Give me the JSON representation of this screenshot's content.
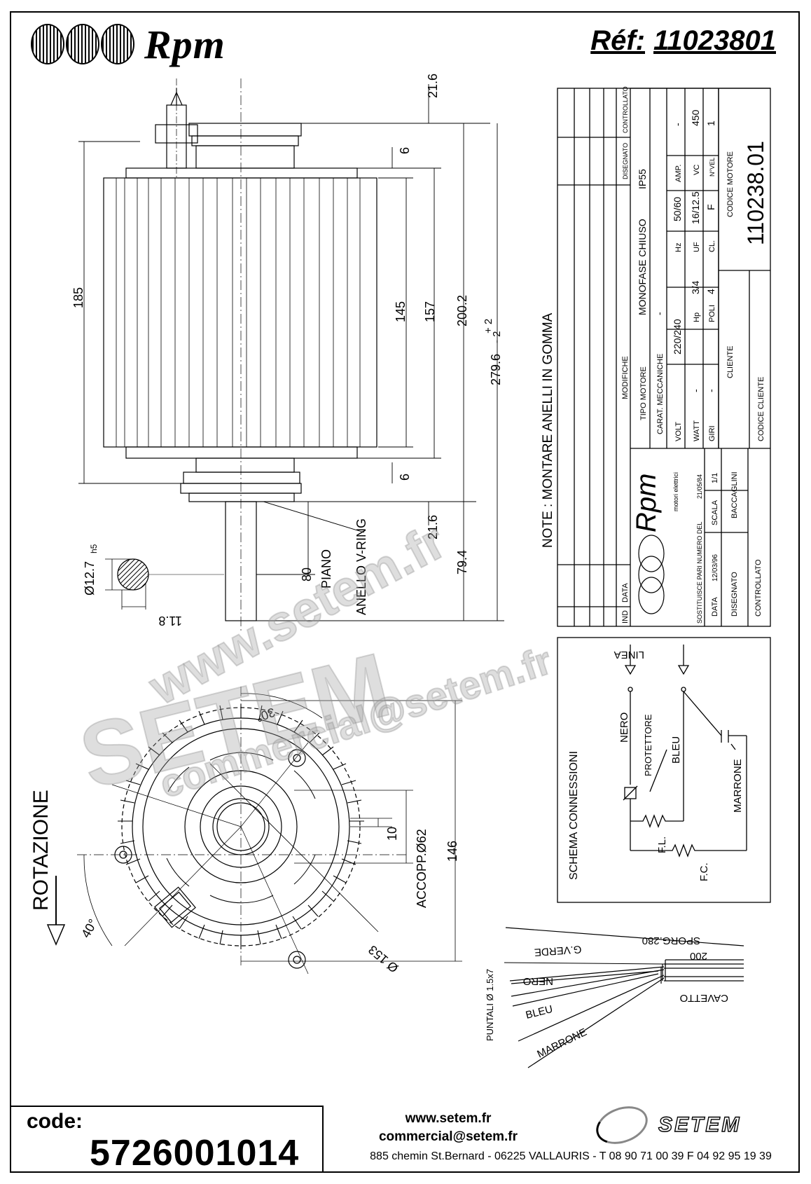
{
  "header": {
    "brand_name": "Rpm",
    "ref_label": "Réf:",
    "ref_value": "11023801"
  },
  "drawing": {
    "dimensions": {
      "d_21_6_top": "21.6",
      "d_6_top": "6",
      "d_185": "185",
      "d_145": "145",
      "d_157": "157",
      "d_200_2": "200.2",
      "d_279_6": "279.6",
      "d_tol_plus": "+ 2",
      "d_tol_minus": "- 2",
      "d_6_bottom": "6",
      "d_21_6_bottom": "21.6",
      "d_79_4": "79.4",
      "d_80": "80",
      "shaft_dia": "Ø12.7",
      "shaft_fit": "h5",
      "shaft_flat": "11.8",
      "d_30deg": "30°",
      "d_40deg": "40°",
      "d_10": "10",
      "d_146": "146",
      "accopp": "ACCOPP.Ø62",
      "d_153": "Ø 153"
    },
    "labels": {
      "piano": "PIANO",
      "anello": "ANELLO V-RING",
      "note": "NOTE :  MONTARE ANELLI IN GOMMA",
      "rotazione": "ROTAZIONE"
    }
  },
  "title_block": {
    "col_ind": "IND",
    "col_data": "DATA",
    "col_modifiche": "MODIFICHE",
    "col_disegnato": "DISEGNATO",
    "col_controllato": "CONTROLLATO",
    "tipo_motore_label": "TIPO MOTORE",
    "tipo_motore_value": "MONOFASE CHIUSO",
    "protection": "IP55",
    "carat_label": "CARAT. MECCANICHE",
    "carat_value": "-",
    "volt_label": "VOLT",
    "volt_value": "220/240",
    "hz_label": "Hz",
    "hz_value": "50/60",
    "amp_label": "AMP.",
    "amp_value": "-",
    "watt_label": "WATT",
    "watt_value": "-",
    "hp_label": "Hp",
    "hp_value": "3/4",
    "uf_label": "UF",
    "uf_value": "16/12.5",
    "vc_label": "VC",
    "vc_value": "450",
    "giri_label": "GIRI",
    "giri_value": "-",
    "poli_label": "POLI",
    "poli_value": "4",
    "cl_label": "CL.",
    "cl_value": "F",
    "nvel_label": "N°VEL",
    "nvel_value": "1",
    "codice_motore_label": "CODICE MOTORE",
    "codice_motore_value": "110238.01",
    "cliente_label": "CLIENTE",
    "codice_cliente_label": "CODICE CLIENTE",
    "logo_name": "Rpm",
    "logo_sub": "motori elettrici",
    "sostituisce_label": "SOSTITUISCE PARI NUMERO DEL",
    "sostituisce_value": "21/05/84",
    "data_label": "DATA",
    "data_value": "12/03/96",
    "scala_label": "SCALA",
    "scala_value": "1/1",
    "disegnato_label": "DISEGNATO",
    "disegnato_value": "BACCAGLINI",
    "controllato_label": "CONTROLLATO"
  },
  "schema": {
    "title": "SCHEMA CONNESSIONI",
    "linea": "LINEA",
    "nero": "NERO",
    "protettore": "PROTETTORE",
    "bleu": "BLEU",
    "marrone": "MARRONE",
    "fl": "F.L.",
    "fc": "F.C."
  },
  "cable": {
    "sporg": "SPORG.280",
    "g_verde": "G.VERDE",
    "nero": "NERO",
    "bleu": "BLEU",
    "marrone": "MARRONE",
    "len_200": "200",
    "cavetto": "CAVETTO",
    "puntali": "PUNTALI Ø 1.5x7"
  },
  "footer": {
    "code_label": "code:",
    "code_value": "5726001014",
    "web": "www.setem.fr",
    "email": "commercial@setem.fr",
    "address": "885 chemin St.Bernard  -  06225 VALLAURIS  -  T 08 90 71 00 39  F 04 92 95 19 39",
    "logo_text": "SETEM"
  },
  "watermarks": {
    "www": "www.setem.fr",
    "setem": "SETEM",
    "email": "commercial@setem.fr"
  }
}
